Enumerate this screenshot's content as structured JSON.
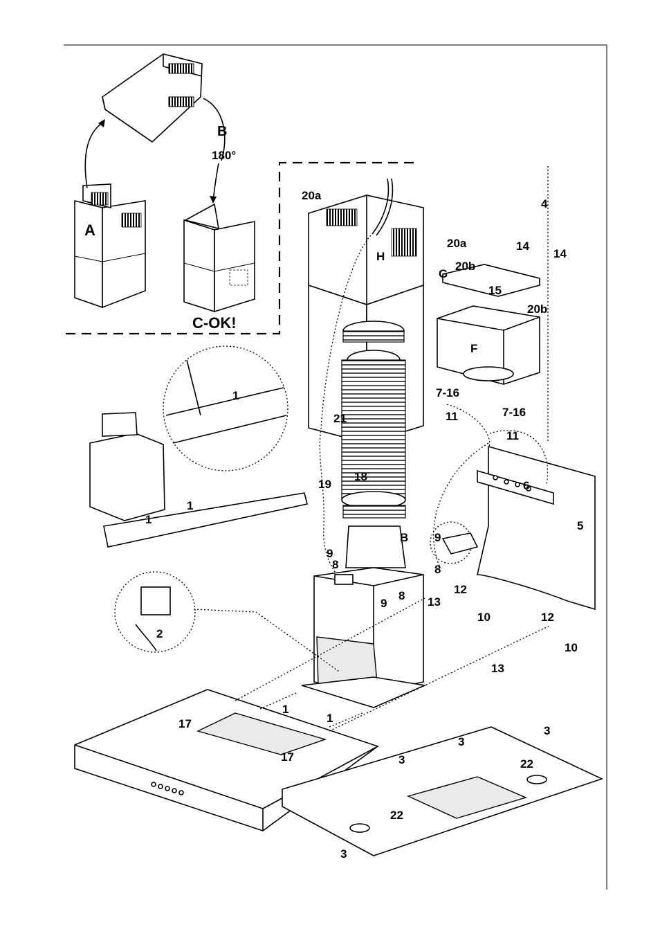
{
  "labels": {
    "A": "A",
    "B": "B",
    "B_small": "B",
    "deg": "180°",
    "cok": "C-OK!",
    "H": "H",
    "G": "G",
    "F": "F",
    "l20a_1": "20a",
    "l20a_2": "20a",
    "l20b_1": "20b",
    "l20b_2": "20b",
    "l14_1": "14",
    "l14_2": "14",
    "l15": "15",
    "l4": "4",
    "l21": "21",
    "l18": "18",
    "l19": "19",
    "l716_1": "7-16",
    "l716_2": "7-16",
    "l11_1": "11",
    "l11_2": "11",
    "l6": "6",
    "l5": "5",
    "l9_1": "9",
    "l9_2": "9",
    "l9_3": "9",
    "l8_1": "8",
    "l8_2": "8",
    "l8_3": "8",
    "l12_1": "12",
    "l12_2": "12",
    "l10_1": "10",
    "l10_2": "10",
    "l13_1": "13",
    "l13_2": "13",
    "l1_a": "1",
    "l1_b": "1",
    "l1_c": "1",
    "l1_d": "1",
    "l1_e": "1",
    "l2": "2",
    "l17_1": "17",
    "l17_2": "17",
    "l3_a": "3",
    "l3_b": "3",
    "l3_c": "3",
    "l3_d": "3",
    "l22_1": "22",
    "l22_2": "22"
  }
}
